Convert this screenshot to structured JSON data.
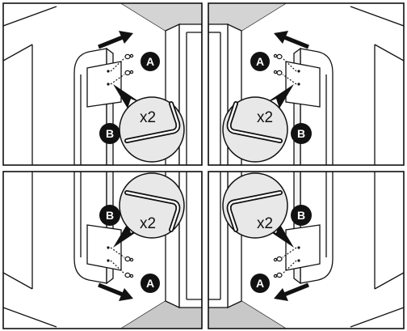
{
  "diagram": {
    "panels": [
      {
        "id": "top-left",
        "part_label": "A",
        "tool_label": "B",
        "quantity": "x2"
      },
      {
        "id": "top-right",
        "part_label": "A",
        "tool_label": "B",
        "quantity": "x2"
      },
      {
        "id": "bottom-left",
        "part_label": "A",
        "tool_label": "B",
        "quantity": "x2"
      },
      {
        "id": "bottom-right",
        "part_label": "A",
        "tool_label": "B",
        "quantity": "x2"
      }
    ]
  },
  "colors": {
    "line": "#111111",
    "wall_gray": "#d4d4d4",
    "floor_gray": "#c8c8c8",
    "badge_fill": "#111111",
    "badge_text": "#ffffff",
    "zoom_fill": "#e8e8e8"
  }
}
